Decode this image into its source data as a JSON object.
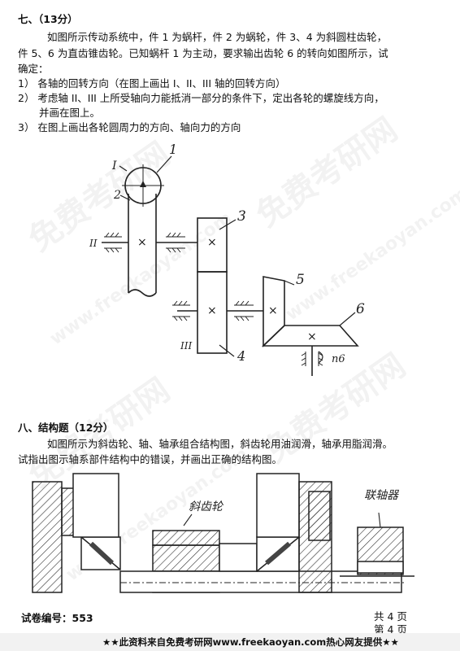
{
  "q7": {
    "heading": "七、（13分）",
    "intro_1": "如图所示传动系统中，件 1 为蜗杆，件 2 为蜗轮，件 3、4 为斜圆柱齿轮，",
    "intro_2": "件 5、6 为直齿锥齿轮。已知蜗杆 1 为主动，要求输出齿轮 6 的转向如图所示，试",
    "intro_3": "确定：",
    "item_1": "1）  各轴的回转方向（在图上画出 I、II、III 轴的回转方向）",
    "item_2a": "2）  考虑轴 II、III 上所受轴向力能抵消一部分的条件下，定出各轮的螺旋线方向，",
    "item_2b": "并画在图上。",
    "item_3": "3）  在图上画出各轮圆周力的方向、轴向力的方向",
    "labels": {
      "part_1": "1",
      "part_2": "2",
      "part_3": "3",
      "part_4": "4",
      "part_5": "5",
      "part_6": "6",
      "shaft_I": "I",
      "shaft_II": "II",
      "shaft_III": "III",
      "output_speed": "n6",
      "center_mark": "×"
    }
  },
  "q8": {
    "heading": "八、结构题（12分）",
    "line_1": "如图所示为斜齿轮、轴、轴承组合结构图，斜齿轮用油润滑，轴承用脂润滑。",
    "line_2": "试指出图示轴系部件结构中的错误，并画出正确的结构图。",
    "label_gear": "斜齿轮",
    "label_coupling": "联轴器"
  },
  "footer": {
    "paper_no": "试卷编号：553",
    "total_pages": "共    4    页",
    "page_no": "第    4    页",
    "source_banner": "★★此资料来自免费考研网www.freekaoyan.com热心网友提供★★"
  },
  "watermark": {
    "cn": "免费考研网",
    "en": "www.freekaoyan.com"
  }
}
